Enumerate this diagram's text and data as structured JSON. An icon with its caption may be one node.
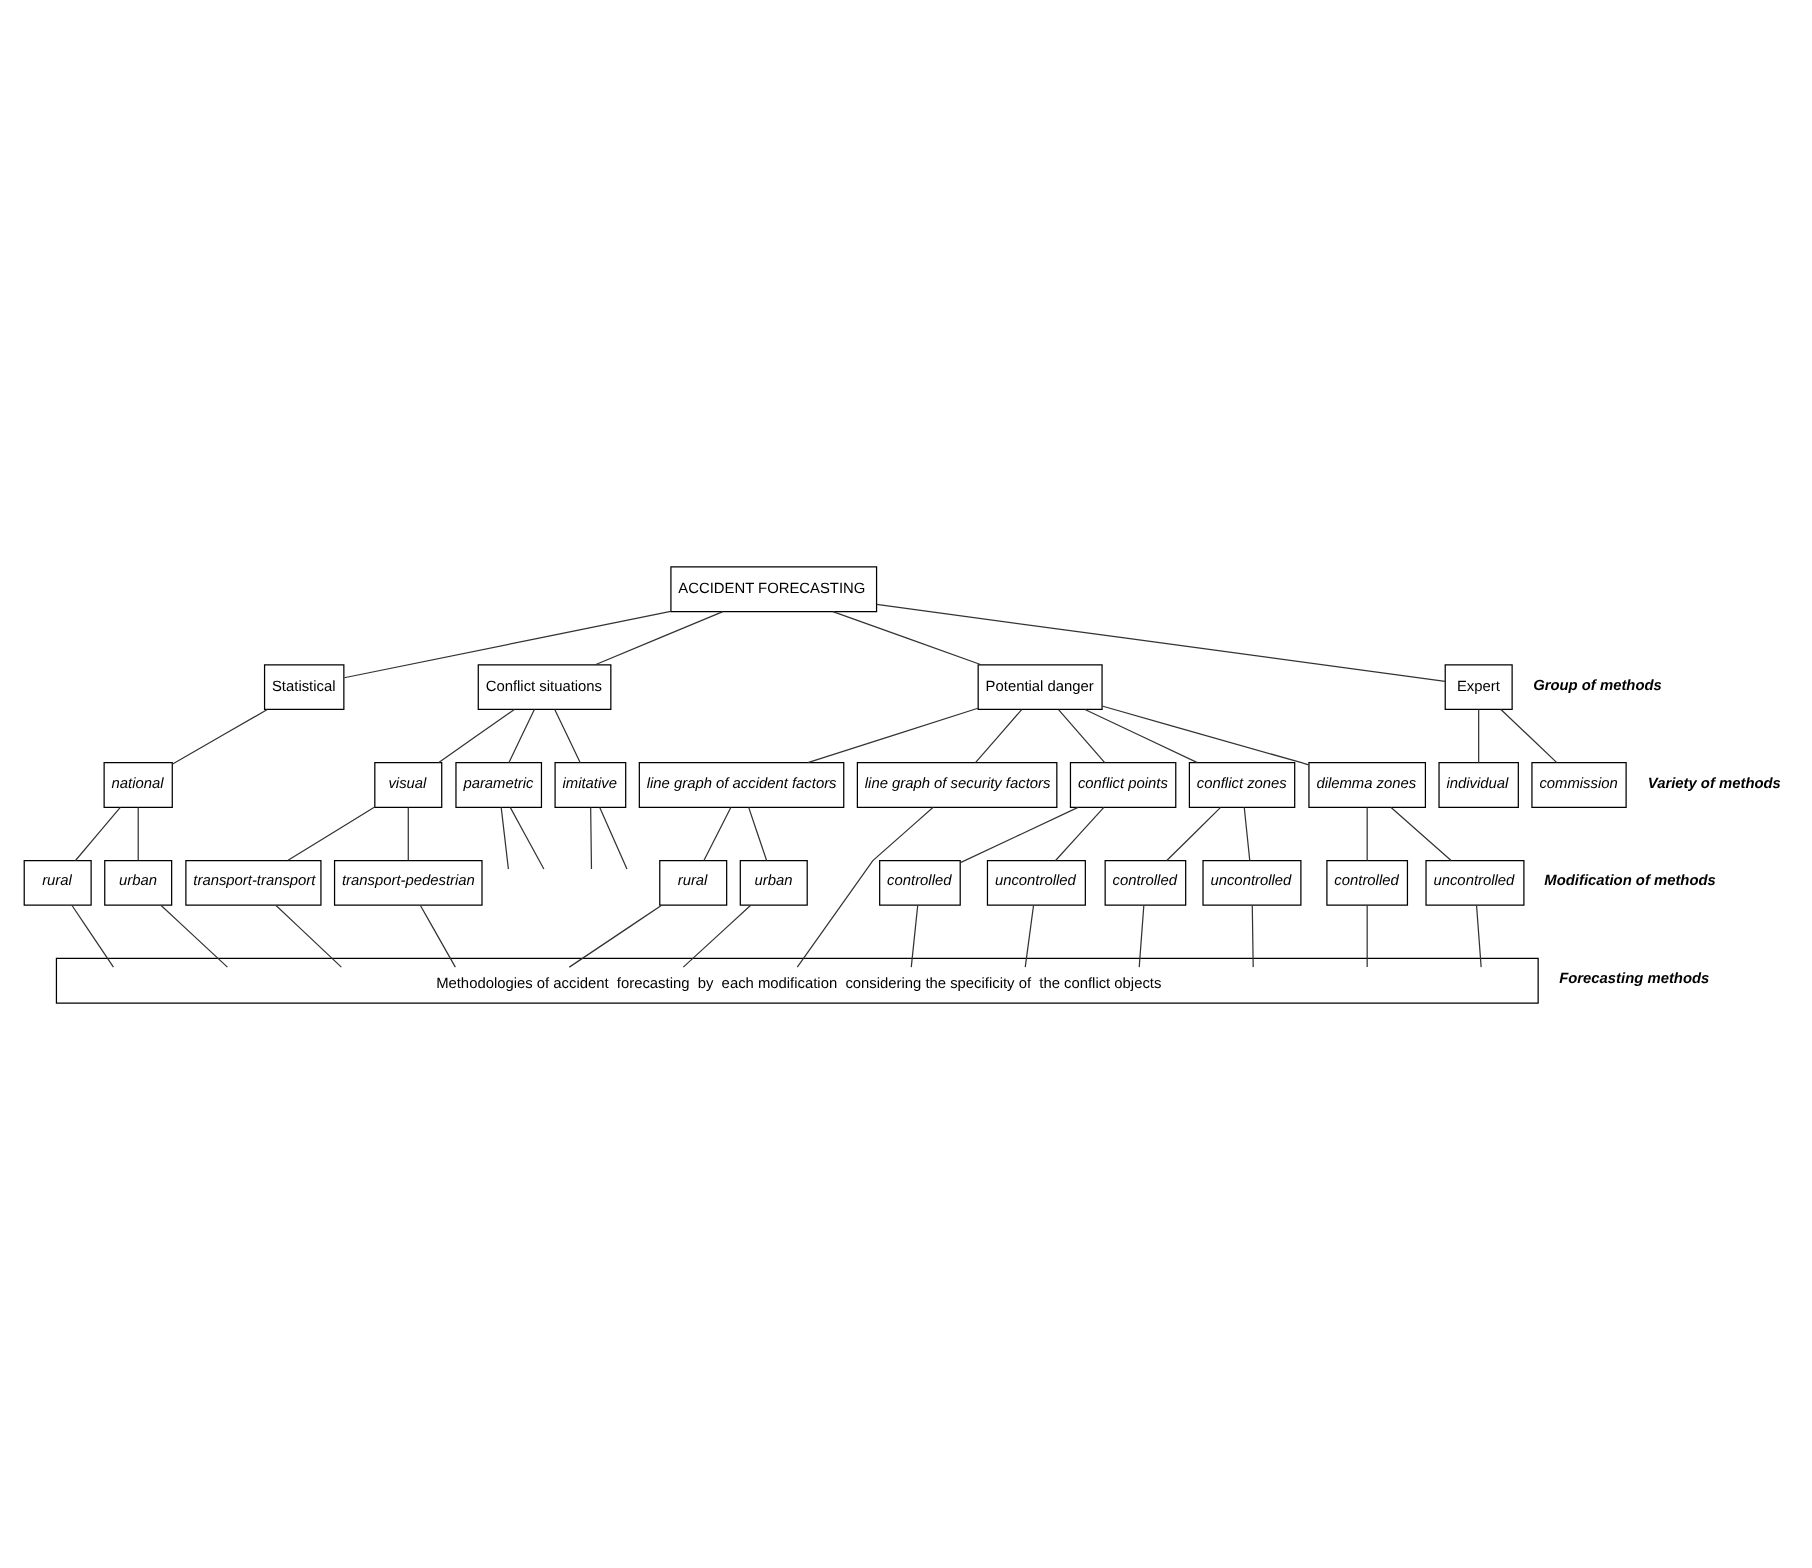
{
  "diagram": {
    "nodes": [
      {
        "text": [
          "ACCIDENT FORECASTING"
        ]
      },
      {
        "text": [
          "Statistical"
        ]
      },
      {
        "text": [
          "Conflict situations"
        ]
      },
      {
        "text": [
          "Potential danger"
        ]
      },
      {
        "text": [
          "Expert"
        ]
      },
      {
        "text": [
          "national"
        ]
      },
      {
        "text": [
          "visual"
        ]
      },
      {
        "text": [
          "parametric"
        ]
      },
      {
        "text": [
          "imitative"
        ]
      },
      {
        "text": [
          "line graph of accident factors"
        ]
      },
      {
        "text": [
          "line graph of security factors"
        ]
      },
      {
        "text": [
          "conflict points"
        ]
      },
      {
        "text": [
          "conflict zones"
        ]
      },
      {
        "text": [
          "dilemma zones"
        ]
      },
      {
        "text": [
          "individual"
        ]
      },
      {
        "text": [
          "commission"
        ]
      },
      {
        "text": [
          "rural"
        ]
      },
      {
        "text": [
          "urban"
        ]
      },
      {
        "text": [
          "transport-transport"
        ]
      },
      {
        "text": [
          "transport-pedestrian"
        ]
      },
      {
        "text": [
          "rural"
        ]
      },
      {
        "text": [
          "urban"
        ]
      },
      {
        "text": [
          "controlled"
        ]
      },
      {
        "text": [
          "uncontrolled"
        ]
      },
      {
        "text": [
          "controlled"
        ]
      },
      {
        "text": [
          "uncontrolled"
        ]
      },
      {
        "text": [
          "controlled"
        ]
      },
      {
        "text": [
          "uncontrolled"
        ]
      },
      {
        "text": [
          "Methodologies of accident  forecasting  by  each modification  considering the specificity of  the conflict objects"
        ]
      }
    ],
    "edges": [
      {
        "from": 0,
        "to": 1,
        "arrow": "none"
      },
      {
        "from": 0,
        "to": 2,
        "arrow": "none"
      },
      {
        "from": 0,
        "to": 3,
        "arrow": "none"
      },
      {
        "from": 0,
        "to": 4,
        "arrow": "none"
      },
      {
        "from": 1,
        "to": 5,
        "arrow": "none"
      },
      {
        "from": 2,
        "to": 6,
        "arrow": "none"
      },
      {
        "from": 2,
        "to": 7,
        "arrow": "none"
      },
      {
        "from": 2,
        "to": 8,
        "arrow": "none"
      },
      {
        "from": 3,
        "to": 9,
        "arrow": "none"
      },
      {
        "from": 3,
        "to": 10,
        "arrow": "none"
      },
      {
        "from": 3,
        "to": 11,
        "arrow": "none"
      },
      {
        "from": 3,
        "to": 12,
        "arrow": "none"
      },
      {
        "from": 3,
        "to": 13,
        "arrow": "none"
      },
      {
        "from": 4,
        "to": 14,
        "arrow": "none"
      },
      {
        "from": 4,
        "to": 15,
        "arrow": "none"
      },
      {
        "from": 5,
        "to": 16,
        "arrow": "none"
      },
      {
        "from": 5,
        "to": 17,
        "arrow": "none"
      },
      {
        "from": 6,
        "to": 18,
        "arrow": "none"
      },
      {
        "from": 6,
        "to": 19,
        "arrow": "none"
      },
      {
        "from": 7,
        "to": null,
        "arrow": "none"
      },
      {
        "from": 7,
        "to": null,
        "arrow": "none"
      },
      {
        "from": 8,
        "to": null,
        "arrow": "none"
      },
      {
        "from": 8,
        "to": null,
        "arrow": "none"
      },
      {
        "from": 9,
        "to": 20,
        "arrow": "none"
      },
      {
        "from": 9,
        "to": 21,
        "arrow": "none"
      },
      {
        "from": 11,
        "to": 22,
        "arrow": "none"
      },
      {
        "from": 11,
        "to": 23,
        "arrow": "none"
      },
      {
        "from": 12,
        "to": 24,
        "arrow": "none"
      },
      {
        "from": 12,
        "to": 25,
        "arrow": "none"
      },
      {
        "from": 13,
        "to": 26,
        "arrow": "none"
      },
      {
        "from": 13,
        "to": 27,
        "arrow": "none"
      },
      {
        "from": 16,
        "to": 28,
        "arrow": "none"
      },
      {
        "from": 17,
        "to": 28,
        "arrow": "none"
      },
      {
        "from": 18,
        "to": 28,
        "arrow": "none"
      },
      {
        "from": 19,
        "to": 28,
        "arrow": "none"
      },
      {
        "from": 20,
        "to": 28,
        "arrow": "none"
      },
      {
        "from": 21,
        "to": 28,
        "arrow": "none"
      },
      {
        "from": 10,
        "to": 28,
        "arrow": "none"
      },
      {
        "from": 22,
        "to": 28,
        "arrow": "none"
      },
      {
        "from": 23,
        "to": 28,
        "arrow": "none"
      },
      {
        "from": 24,
        "to": 28,
        "arrow": "none"
      },
      {
        "from": 25,
        "to": 28,
        "arrow": "none"
      },
      {
        "from": 26,
        "to": 28,
        "arrow": "none"
      },
      {
        "from": 27,
        "to": 28,
        "arrow": "none"
      }
    ],
    "labels": [
      "Group of methods",
      "Variety of methods",
      "Modification of methods",
      "Forecasting methods"
    ]
  }
}
